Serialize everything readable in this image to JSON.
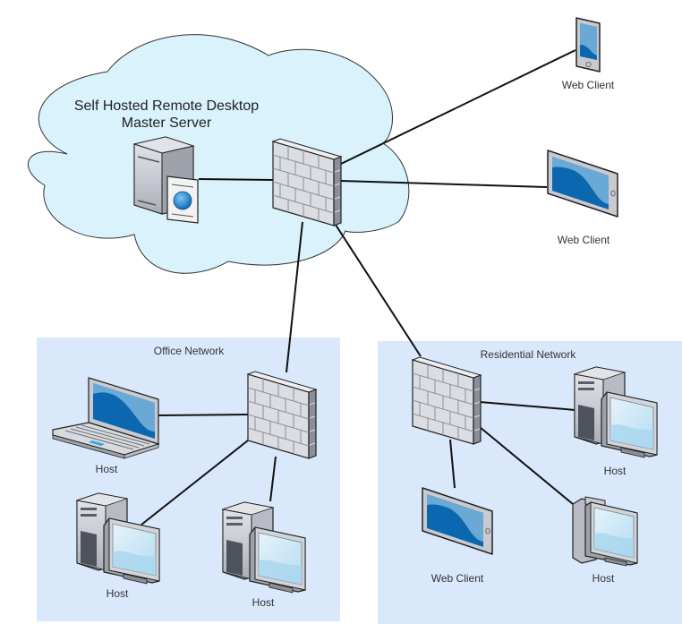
{
  "diagram": {
    "cloud": {
      "title_line1": "Self Hosted Remote Desktop",
      "title_line2": "Master Server",
      "fill": "#d9f2fc"
    },
    "networks": {
      "office": {
        "title": "Office Network",
        "fill": "#dae8fc"
      },
      "residential": {
        "title": "Residential Network",
        "fill": "#dae8fc"
      }
    },
    "nodes": {
      "master_server": {
        "type": "server",
        "label": ""
      },
      "cloud_firewall": {
        "type": "firewall",
        "label": ""
      },
      "web_client_phone": {
        "type": "phone",
        "label": "Web Client"
      },
      "web_client_tablet_top": {
        "type": "tablet",
        "label": "Web Client"
      },
      "office_firewall": {
        "type": "firewall",
        "label": ""
      },
      "office_laptop_host": {
        "type": "laptop",
        "label": "Host"
      },
      "office_pc_host_1": {
        "type": "pc",
        "label": "Host"
      },
      "office_pc_host_2": {
        "type": "pc",
        "label": "Host"
      },
      "residential_firewall": {
        "type": "firewall",
        "label": ""
      },
      "residential_pc_host": {
        "type": "pc",
        "label": "Host"
      },
      "residential_tablet_client": {
        "type": "tablet",
        "label": "Web Client"
      },
      "residential_slim_pc_host": {
        "type": "pc",
        "label": "Host"
      }
    },
    "connections": [
      {
        "from": "master_server",
        "to": "cloud_firewall"
      },
      {
        "from": "cloud_firewall",
        "to": "web_client_phone"
      },
      {
        "from": "cloud_firewall",
        "to": "web_client_tablet_top"
      },
      {
        "from": "cloud_firewall",
        "to": "office_firewall"
      },
      {
        "from": "cloud_firewall",
        "to": "residential_firewall"
      },
      {
        "from": "office_firewall",
        "to": "office_laptop_host"
      },
      {
        "from": "office_firewall",
        "to": "office_pc_host_1"
      },
      {
        "from": "office_firewall",
        "to": "office_pc_host_2"
      },
      {
        "from": "residential_firewall",
        "to": "residential_pc_host"
      },
      {
        "from": "residential_firewall",
        "to": "residential_tablet_client"
      },
      {
        "from": "residential_firewall",
        "to": "residential_slim_pc_host"
      }
    ]
  }
}
